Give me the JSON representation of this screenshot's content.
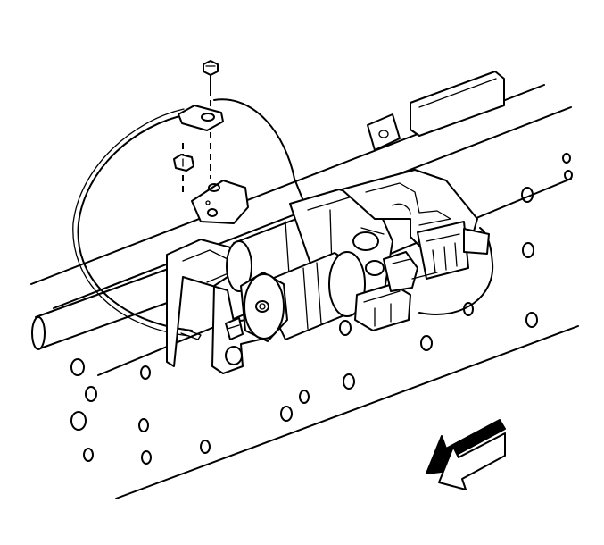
{
  "figure": {
    "background": "#ffffff",
    "line_color": "#000000",
    "components": [
      "frame-rail",
      "air-compressor",
      "compressor-bracket",
      "air-hose",
      "mounting-bolt",
      "retaining-nut",
      "relay-bracket",
      "electrical-connector",
      "direction-arrow"
    ]
  }
}
